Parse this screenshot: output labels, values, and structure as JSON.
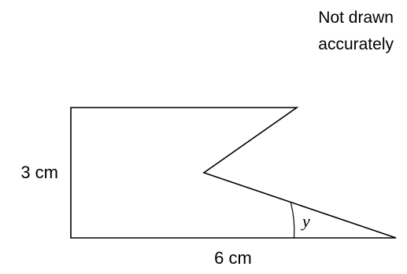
{
  "note": {
    "line1": "Not drawn",
    "line2": "accurately"
  },
  "labels": {
    "height": "3 cm",
    "base": "6 cm",
    "angle": "y"
  }
}
